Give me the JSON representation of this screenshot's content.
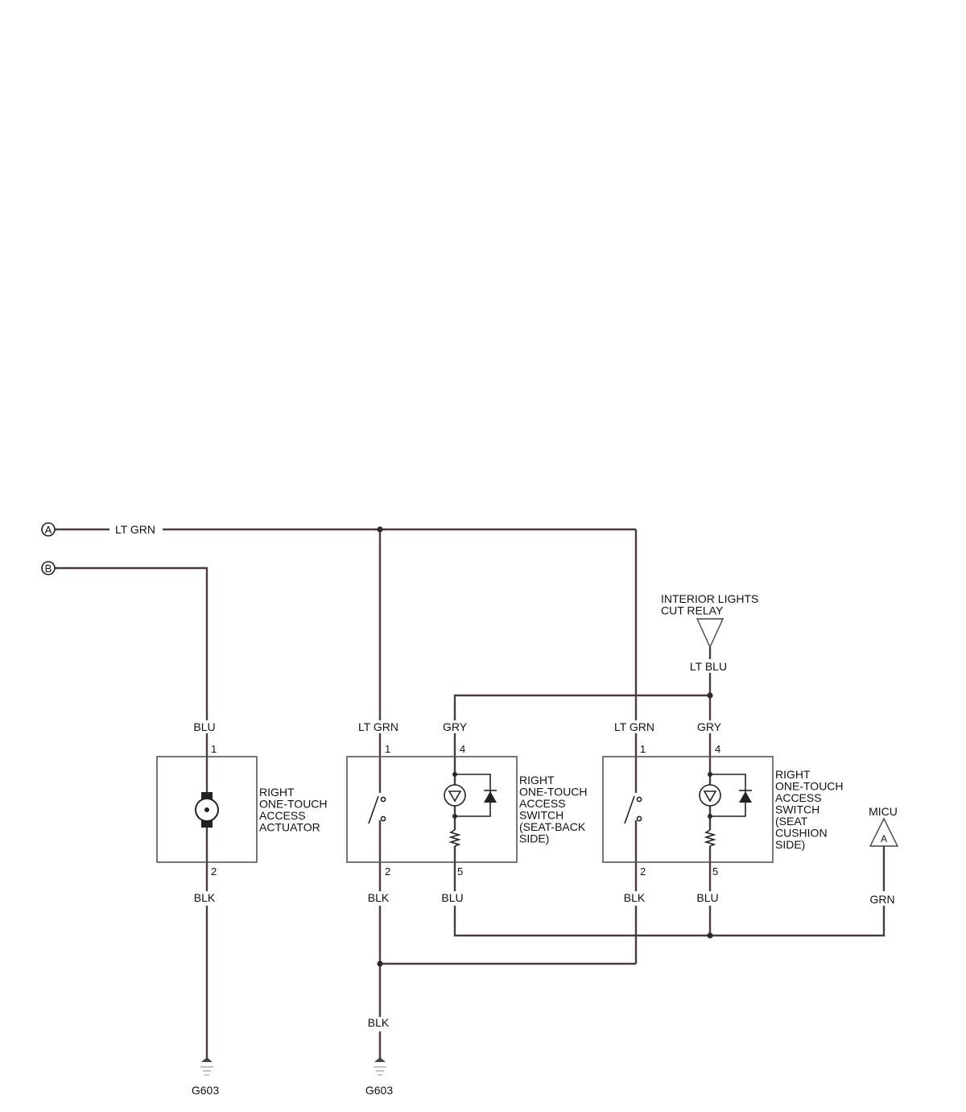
{
  "connectors": {
    "a": "A",
    "b": "B"
  },
  "wires": {
    "a_top": "LT GRN",
    "actuator_top": "BLU",
    "actuator_bottom": "BLK",
    "sw1_left_top": "LT GRN",
    "sw1_right_top": "GRY",
    "sw1_left_bottom": "BLK",
    "sw1_right_bottom": "BLU",
    "ground_mid": "BLK",
    "sw2_left_top": "LT GRN",
    "sw2_right_top": "GRY",
    "sw2_left_bottom": "BLK",
    "sw2_right_bottom": "BLU",
    "relay_wire": "LT BLU",
    "micu_wire": "GRN"
  },
  "pins": {
    "actuator_top": "1",
    "actuator_bottom": "2",
    "sw1_top_left": "1",
    "sw1_top_right": "4",
    "sw1_bottom_left": "2",
    "sw1_bottom_right": "5",
    "sw2_top_left": "1",
    "sw2_top_right": "4",
    "sw2_bottom_left": "2",
    "sw2_bottom_right": "5"
  },
  "components": {
    "actuator": [
      "RIGHT",
      "ONE-TOUCH",
      "ACCESS",
      "ACTUATOR"
    ],
    "switch_seat_back": [
      "RIGHT",
      "ONE-TOUCH",
      "ACCESS",
      "SWITCH",
      "(SEAT-BACK",
      "SIDE)"
    ],
    "switch_seat_cushion": [
      "RIGHT",
      "ONE-TOUCH",
      "ACCESS",
      "SWITCH",
      "(SEAT",
      "CUSHION",
      "SIDE)"
    ],
    "relay": [
      "INTERIOR LIGHTS",
      "CUT RELAY"
    ],
    "micu": "MICU",
    "micu_terminal": "A"
  },
  "grounds": {
    "left": "G603",
    "middle": "G603"
  }
}
